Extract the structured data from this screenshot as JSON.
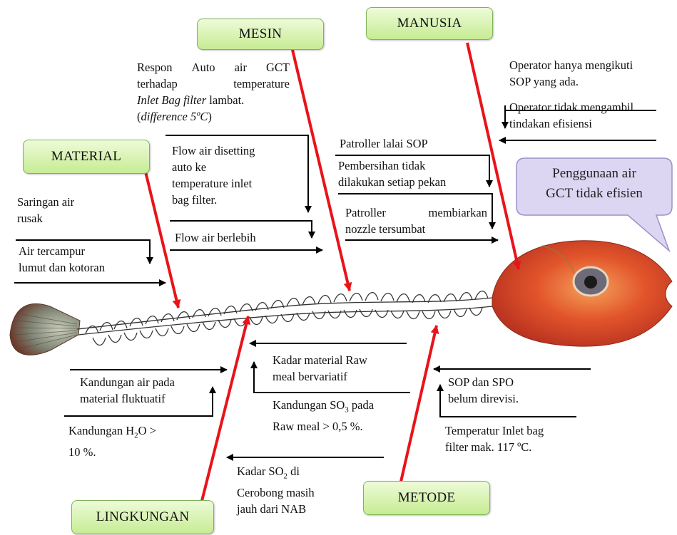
{
  "categories": {
    "mesin": "MESIN",
    "manusia": "MANUSIA",
    "material": "MATERIAL",
    "metode": "METODE",
    "lingkungan": "LINGKUNGAN"
  },
  "problem": {
    "line1": "Penggunaan air",
    "line2": "GCT tidak efisien"
  },
  "mesin": {
    "respon_1a": "Respon",
    "respon_1b": "Auto",
    "respon_1c": "air",
    "respon_1d": "GCT",
    "respon_2a": "terhadap",
    "respon_2b": "temperature",
    "respon_3a": "Inlet Bag filter",
    "respon_3b": " lambat.",
    "respon_4a": "(",
    "respon_4b": "difference 5ºC",
    "respon_4c": ")",
    "flow_1": "Flow air disetting",
    "flow_2": "auto ke",
    "flow_3": "temperature inlet",
    "flow_4": "bag filter.",
    "flow_berlebih": "Flow air berlebih"
  },
  "manusia": {
    "op1_1": "Operator hanya mengikuti",
    "op1_2": "SOP yang ada.",
    "op2_1": "Operator tidak mengambil",
    "op2_2": "tindakan efisiensi",
    "patroller_lalai": "Patroller lalai SOP",
    "bersih_1": "Pembersihan tidak",
    "bersih_2": "dilakukan setiap pekan",
    "nozzle_1a": "Patroller",
    "nozzle_1b": "membiarkan",
    "nozzle_2": "nozzle tersumbat"
  },
  "material": {
    "saringan_1": "Saringan air",
    "saringan_2": "rusak",
    "lumut_1": "Air tercampur",
    "lumut_2": "lumut dan kotoran",
    "kandungan_air_1": "Kandungan air pada",
    "kandungan_air_2": "material fluktuatif",
    "h2o_1a": "Kandungan H",
    "h2o_1sub": "2",
    "h2o_1b": "O >",
    "h2o_2": "10 %."
  },
  "lingkungan": {
    "kadar_raw_1": "Kadar material Raw",
    "kadar_raw_2": "meal bervariatif",
    "so3_1a": "Kandungan SO",
    "so3_1sub": "3",
    "so3_1b": " pada",
    "so3_2": "Raw meal > 0,5 %.",
    "so2_1a": "Kadar SO",
    "so2_1sub": "2",
    "so2_1b": " di",
    "so2_2": "Cerobong masih",
    "so2_3": "jauh dari NAB"
  },
  "metode": {
    "sop_1": "SOP dan SPO",
    "sop_2": "belum direvisi.",
    "temp_1": "Temperatur Inlet bag",
    "temp_2": "filter mak. 117 ºC."
  },
  "colors": {
    "bone": "#e8141a",
    "box_fill": "#d6f2ad",
    "box_border": "#7fb35a",
    "bubble_fill": "#ddd6f3",
    "bubble_border": "#9d8fc7"
  },
  "icons": [
    "fish-tail-icon",
    "fish-head-icon",
    "fish-spine-icon",
    "speech-bubble-icon"
  ]
}
